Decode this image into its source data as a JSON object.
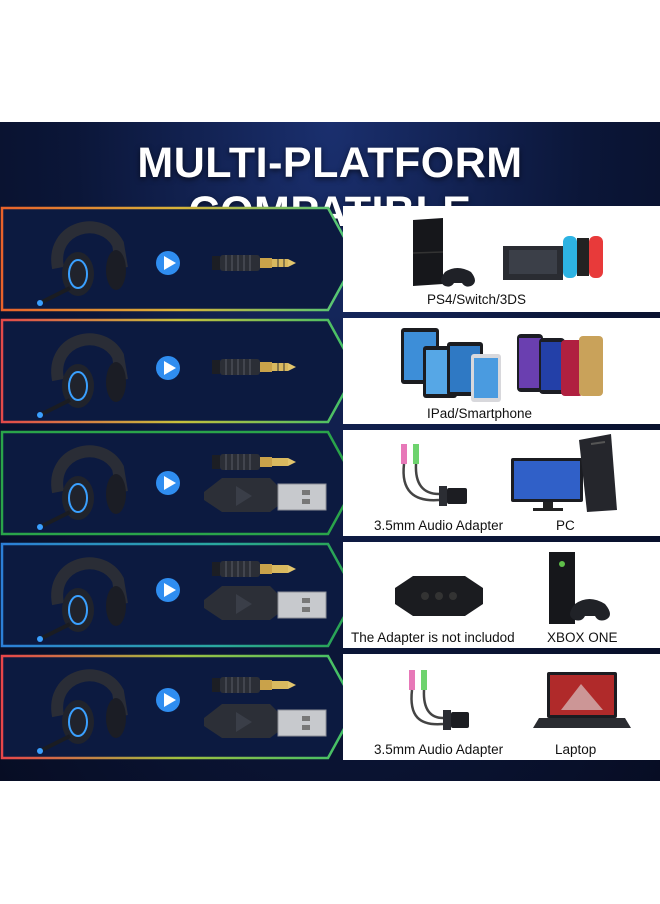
{
  "title": "MULTI-PLATFORM COMPATIBLE",
  "rows": [
    {
      "captions": [
        "PS4/Switch/3DS"
      ],
      "connectors": [
        "3.5mm"
      ],
      "rim": "#e9622b"
    },
    {
      "captions": [
        "IPad/Smartphone"
      ],
      "connectors": [
        "3.5mm"
      ],
      "rim": "#e34a4a"
    },
    {
      "captions": [
        "3.5mm Audio Adapter",
        "PC"
      ],
      "connectors": [
        "3.5mm",
        "USB"
      ],
      "rim": "#2aa44a"
    },
    {
      "captions": [
        "The Adapter is not includod",
        "XBOX ONE"
      ],
      "connectors": [
        "3.5mm",
        "USB"
      ],
      "rim": "#2c7fd8"
    },
    {
      "captions": [
        "3.5mm Audio Adapter",
        "Laptop"
      ],
      "connectors": [
        "3.5mm",
        "USB"
      ],
      "rim": "#e8464a"
    }
  ],
  "icons": {
    "headset": "headset-icon",
    "arrow": "play-arrow-icon",
    "jack": "audio-jack-icon",
    "usb": "usb-plug-icon"
  },
  "colors": {
    "banner": "#0b1638",
    "accent_blue": "#2f8df0",
    "led_blue": "#3aa0ff"
  }
}
